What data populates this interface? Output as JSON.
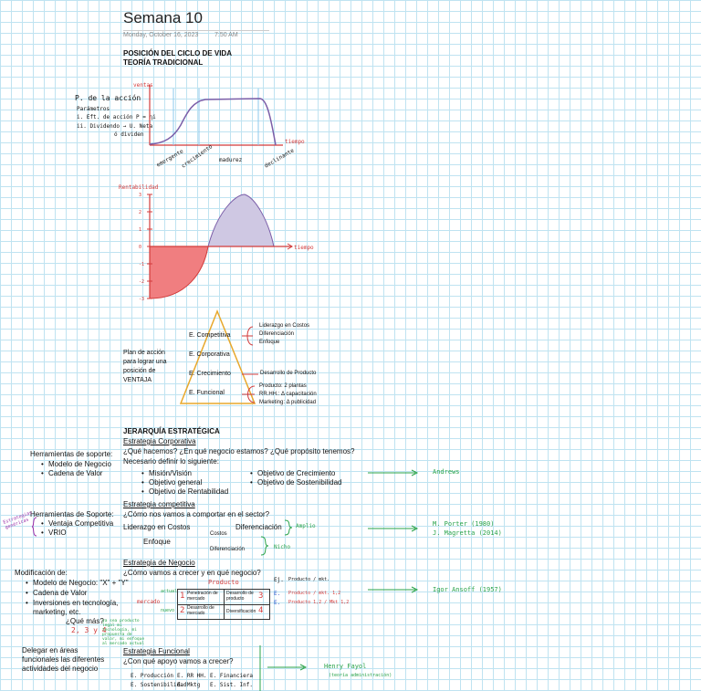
{
  "header": {
    "title": "Semana 10",
    "date": "Monday, October 16, 2023",
    "time": "7:50 AM"
  },
  "ciclo": {
    "heading1": "POSICIÓN DEL CICLO DE VIDA",
    "heading2": "TEORÍA TRADICIONAL",
    "note_title": "P. de la acción",
    "note_sub": "Parámetros",
    "note_i": "i. Eft. de acción   P = ηi",
    "note_ii": "ii. Dividendo → U. Neta",
    "note_ii2": "ó dividen",
    "chart1_y": "ventas",
    "chart1_x": "tiempo",
    "stages": [
      "emergente",
      "crecimiento",
      "madurez",
      "declinante"
    ]
  },
  "chart_data": {
    "type": "area",
    "title": "",
    "ylabel": "Rentabilidad",
    "xlabel": "tiempo",
    "yticks": [
      "3",
      "2",
      "1",
      "0",
      "-1",
      "-2",
      "-3"
    ],
    "ylim": [
      -3,
      3
    ]
  },
  "estrategia": {
    "plan": [
      "Plan de acción",
      "para lograr una",
      "posición de",
      "VENTAJA"
    ],
    "levels": [
      "E.   Competitiva",
      "E.   Corporativa",
      "E.   Crecimiento",
      "E.   Funcional"
    ],
    "competitiva": [
      "Liderazgo en Costos",
      "Diferenciación",
      "Enfoque"
    ],
    "crecimiento": "Desarrollo de Producto",
    "funcional": [
      "Producto: 2 plantas",
      "RR.HH.: Δ capacitación",
      "Marketing: Δ publicidad"
    ]
  },
  "jerarquia": {
    "heading": "JERARQUÍA ESTRATÉGICA",
    "corp": {
      "title": "Estrategia Corporativa",
      "q": "¿Qué hacemos? ¿En qué negocio estamos? ¿Qué propósito tenemos?",
      "necesario": "Necesario definir lo siguiente:",
      "left": [
        "Misión/Visión",
        "Objetivo general",
        "Objetivo de Rentabilidad"
      ],
      "right": [
        "Objetivo de Crecimiento",
        "Objetivo de Sostenibilidad"
      ],
      "tools_title": "Herramientas de soporte:",
      "tools": [
        "Modelo de Negocio",
        "Cadena de Valor"
      ],
      "author": "Andrews"
    },
    "comp": {
      "title": "Estrategia competitiva",
      "q": "¿Cómo nos vamos a comportar en el sector?",
      "lider": "Liderazgo en Costos",
      "dif": "Diferenciación",
      "enfoque": "Enfoque",
      "costos": "Costos",
      "dif2": "Diferenciación",
      "amplio": "Amplio",
      "nicho": "Nicho",
      "tools_title": "Herramientas de Soporte:",
      "tools": [
        "Ventaja Competitiva",
        "VRIO"
      ],
      "side": "Estrategias genéricas",
      "author1": "M. Porter (1980)",
      "author2": "J. Magretta (2014)"
    },
    "neg": {
      "title": "Estrategia de Negocio",
      "q": "¿Cómo vamos a crecer y en qué negocio?",
      "producto": "Producto",
      "mercado": "mercado",
      "actual": "actual",
      "nuevo": "nuevo",
      "cells": [
        "Penetración de mercado",
        "Desarrollo de producto",
        "Desarrollo de mercado",
        "Diversificación"
      ],
      "nums": [
        "1",
        "3",
        "2",
        "4"
      ],
      "mod_title": "Modificación de:",
      "mods": [
        "Modelo de Negocio: \"X\" + \"Y\"",
        "Cadena de Valor",
        "Inversiones en tecnología, marketing, etc."
      ],
      "que_mas": "¿Qué más?",
      "nums234": "2, 3 y 4",
      "side_note": "ya sea producto legal mi tecnología, mi propuesta de valor, mi enfoque al mercado actual",
      "eq1": "Producto / mkt.",
      "eq2": "Producto / mkt. 1,2",
      "eq3": "Producto 1,2 / Mkt 1,2",
      "eqE1": "E.",
      "eqE2": "E.",
      "eqEy": "Ej.",
      "author": "Igor Ansoff (1957)"
    },
    "func": {
      "title": "Estrategia Funcional",
      "q": "¿Con qué apoyo vamos a crecer?",
      "delegar": [
        "Delegar en áreas",
        "funcionales las diferentes",
        "actividades del negocio"
      ],
      "areas": [
        "E. Producción",
        "E. RR HH.",
        "E. Financiera",
        "E. Sostenibilidad",
        "E. Mktg",
        "E. Sist. Inf."
      ],
      "author": "Henry Fayol",
      "author_note": "(teoría administración)"
    }
  }
}
